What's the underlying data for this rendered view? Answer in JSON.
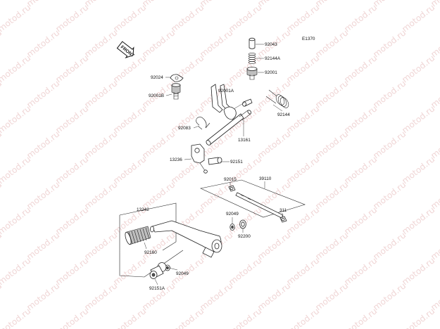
{
  "watermark": "motod.ru",
  "diagram_code": "E1370",
  "front_badge": "FRONT",
  "callouts": {
    "p92043": "92043",
    "p92144A": "92144A",
    "p92001": "92001",
    "p92024": "92024",
    "p92001B": "92001B",
    "p92001A": "92001A",
    "p92144": "92144",
    "p92083": "92083",
    "p13161": "13161",
    "p13236": "13236",
    "p92151": "92151",
    "p39110": "39110",
    "p92015": "92015",
    "p311": "311",
    "p13242": "13242",
    "p92049a": "92049",
    "p92200": "92200",
    "p92160": "92160",
    "p92049b": "92049",
    "p92151A": "92151A"
  }
}
